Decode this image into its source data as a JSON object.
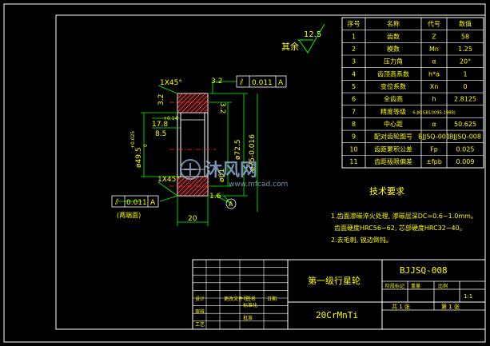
{
  "drawing": {
    "roughness_rest_label": "其余",
    "roughness_rest_value": "12.5",
    "watermark_main": "沐风网",
    "watermark_url": "www.mfcad.com"
  },
  "dimensions": {
    "chamfer_top": "1X45°",
    "chamfer_bottom": "1X45°",
    "rough_side_left": "3.2",
    "rough_top": "3.2",
    "rough_right": "3.2",
    "rough_bottom": "1.6",
    "d_178": "17.8",
    "d_178_tol": "+0.14",
    "d_85": "8.5",
    "bore": "ø49.5",
    "bore_tol_upper": "+0.025",
    "bore_tol_lower": "0",
    "d_725": "ø72.5",
    "d_75": "ø75-0.016",
    "d_61": "ø61",
    "width": "20",
    "tol_top_sym": "⫽",
    "tol_top_value": "0.011",
    "tol_top_datum": "A",
    "tol_left_sym": "⫽",
    "tol_left_value": "0.011",
    "tol_left_datum": "A",
    "tol_left_note": "(两端面)",
    "datum_circle": "A"
  },
  "param_table": {
    "headers": [
      "序号",
      "名称",
      "代号",
      "数值"
    ],
    "rows": [
      [
        "1",
        "齿数",
        "Z",
        "58"
      ],
      [
        "2",
        "模数",
        "Mn",
        "1.25"
      ],
      [
        "3",
        "压力角",
        "α",
        "20°"
      ],
      [
        "4",
        "齿顶高系数",
        "h*a",
        "1"
      ],
      [
        "5",
        "变位系数",
        "Xn",
        "0"
      ],
      [
        "6",
        "全齿高",
        "h",
        "2.8125"
      ],
      [
        "7",
        "精度等级",
        "6-JK(GB10095-1988)",
        ""
      ],
      [
        "8",
        "中心距",
        "α",
        "50.625"
      ],
      [
        "9",
        "配对齿轮图号",
        "BJJSQ-001",
        "BJJSQ-008"
      ],
      [
        "10",
        "齿距累积公差",
        "Fp",
        "0.025"
      ],
      [
        "11",
        "齿距极限偏差",
        "±fpb",
        "0.009"
      ]
    ]
  },
  "tech_req": {
    "title": "技术要求",
    "items": [
      "1.齿面渗碳淬火处理, 渗碳层深DC=0.6~1.0mm。",
      "齿面硬度HRC56~62, 芯部硬度HRC32~40。",
      "2.去毛刺, 锐边倒钝。"
    ]
  },
  "title_block": {
    "part_name": "第一级行星轮",
    "drawing_no": "BJJSQ-008",
    "material": "20CrMnTi",
    "scale_value": "1:1",
    "sheet_total": "共 1 张",
    "sheet_no": "第 1 张",
    "label_stage": "阶段标记",
    "label_weight": "重量",
    "label_scale": "比例",
    "label_design": "设计",
    "label_check": "审核",
    "label_process": "工艺",
    "label_standard": "标准化",
    "label_approve": "批准",
    "label_change": "更改文件号",
    "label_sign": "签名",
    "label_date": "日期"
  }
}
